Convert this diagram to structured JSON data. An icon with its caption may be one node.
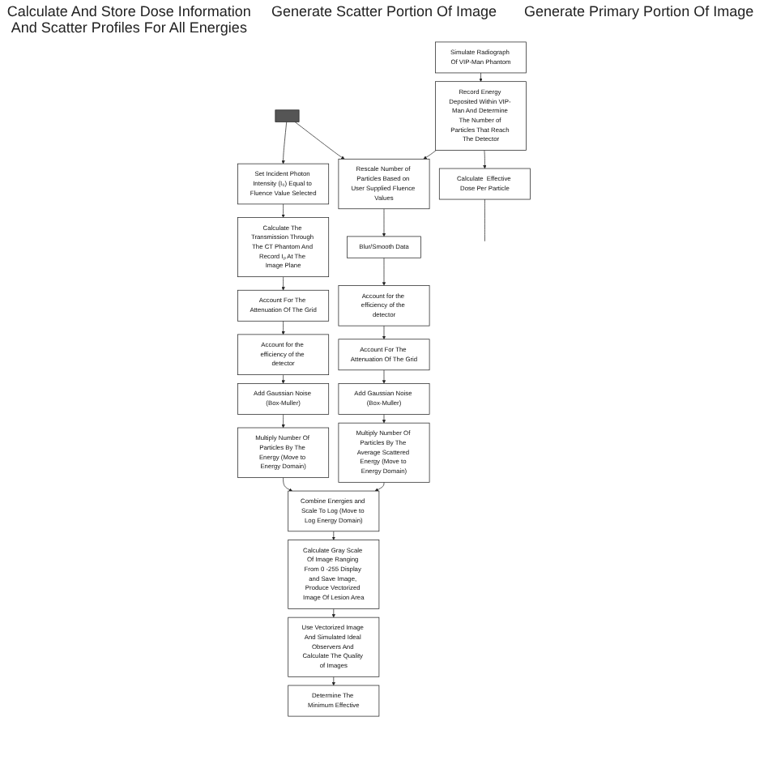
{
  "diagram": {
    "nodes": [
      {
        "text": [],
        "shape": "box"
      },
      {
        "text": [
          "Simulate Radiograph Of VIP-Man Phantom"
        ]
      },
      {
        "text": [
          "Record Energy Deposited Within VIP- Man And Determine The Number of Particles That Reach The Detector"
        ]
      },
      {
        "text": [
          "Calculate  Effective Dose Per Particle"
        ]
      },
      {
        "text": [
          "Rescale Number of Particles Based on User Supplied Fluence Values"
        ]
      },
      {
        "text": [
          "Blur/Smooth Data"
        ]
      },
      {
        "text": [
          "Account for the efficiency of the detector"
        ]
      },
      {
        "text": [
          "Account For The Attenuation Of The Grid"
        ]
      },
      {
        "text": [
          "Add Gaussian Noise (Box-Muller)"
        ]
      },
      {
        "text": [
          "Multiply Number Of Particles By The Average Scattered Energy (Move to Energy Domain)"
        ]
      },
      {
        "text": [
          "Combine Energies and Scale To Log (Move to Log Energy Domain)"
        ]
      },
      {
        "text": [
          "Calculate Gray Scale Of Image Ranging From 0 -255 Display and Save Image, Produce Vectorized Image Of Lesion Area"
        ]
      },
      {
        "text": [
          "Use Vectorized Image And Simulated Ideal Observers And Calculate The Quality of Images"
        ]
      },
      {
        "text": [
          "Determine The Minimum Effective"
        ]
      },
      {
        "text": [
          "Set Incident Photon Intensity (I₀) Equal to Fluence Value Selected"
        ]
      },
      {
        "text": [
          "Calculate The Transmission Through The CT Phantom And Record Iₚ At The Image Plane"
        ]
      },
      {
        "text": [
          "Account For The Attenuation Of The Grid"
        ]
      },
      {
        "text": [
          "Account for the efficiency of the detector"
        ]
      },
      {
        "text": [
          "Add Gaussian Noise (Box-Muller)"
        ]
      },
      {
        "text": [
          "Multiply Number Of Particles By The Energy (Move to Energy Domain)"
        ]
      }
    ],
    "edges": [
      {
        "from": 0,
        "to": 4,
        "arrow": "to"
      },
      {
        "from": 0,
        "to": 14,
        "arrow": "to"
      },
      {
        "from": 1,
        "to": 2,
        "arrow": "to"
      },
      {
        "from": 2,
        "to": 3,
        "arrow": "to"
      },
      {
        "from": 2,
        "to": 4,
        "arrow": "to"
      },
      {
        "from": 3,
        "to": null,
        "arrow": "none"
      },
      {
        "from": 4,
        "to": 5,
        "arrow": "to"
      },
      {
        "from": 5,
        "to": 6,
        "arrow": "to"
      },
      {
        "from": 6,
        "to": 7,
        "arrow": "to"
      },
      {
        "from": 7,
        "to": 8,
        "arrow": "to"
      },
      {
        "from": 8,
        "to": 9,
        "arrow": "to"
      },
      {
        "from": 9,
        "to": 10,
        "arrow": "to"
      },
      {
        "from": 10,
        "to": 11,
        "arrow": "to"
      },
      {
        "from": 11,
        "to": 12,
        "arrow": "to"
      },
      {
        "from": 12,
        "to": 13,
        "arrow": "to"
      },
      {
        "from": 14,
        "to": 15,
        "arrow": "to"
      },
      {
        "from": 15,
        "to": 16,
        "arrow": "to"
      },
      {
        "from": 16,
        "to": 17,
        "arrow": "to"
      },
      {
        "from": 17,
        "to": 18,
        "arrow": "to"
      },
      {
        "from": 18,
        "to": 19,
        "arrow": "to"
      },
      {
        "from": 19,
        "to": 10,
        "arrow": "to"
      }
    ],
    "labels": [
      "Calculate And Store Dose Information And Scatter Profiles For All Energies",
      "Generate Scatter Portion Of Image",
      "Generate Primary Portion Of Image"
    ]
  }
}
